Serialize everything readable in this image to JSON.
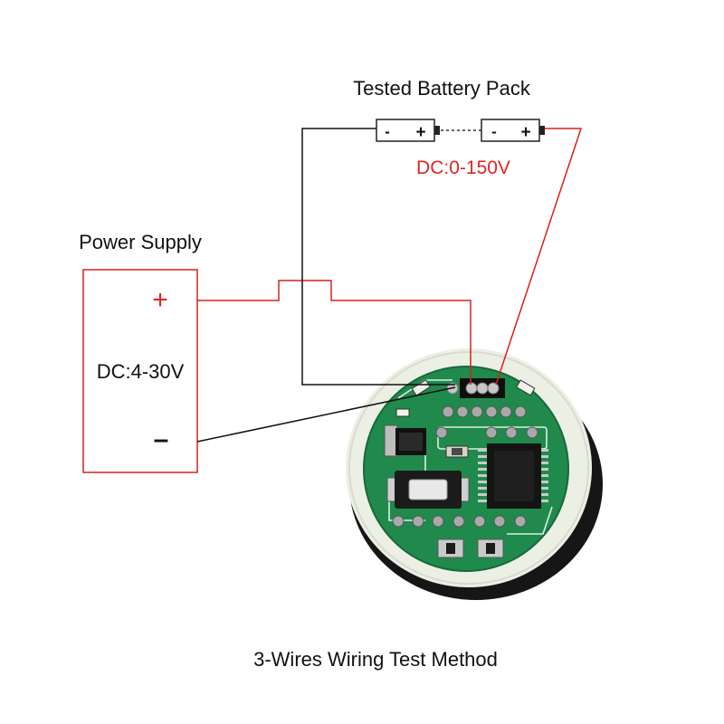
{
  "battery": {
    "title": "Tested Battery Pack",
    "cell_minus": "-",
    "cell_plus": "+",
    "voltage": "DC:0-150V"
  },
  "power_supply": {
    "title": "Power Supply",
    "plus": "+",
    "voltage": "DC:4-30V",
    "minus": "–"
  },
  "caption": "3-Wires Wiring Test Method",
  "colors": {
    "positive_wire": "#d62020",
    "negative_wire": "#111111",
    "pcb_green": "#1f8a4c",
    "bezel": "#ecefe4",
    "label_red": "#e02424"
  }
}
